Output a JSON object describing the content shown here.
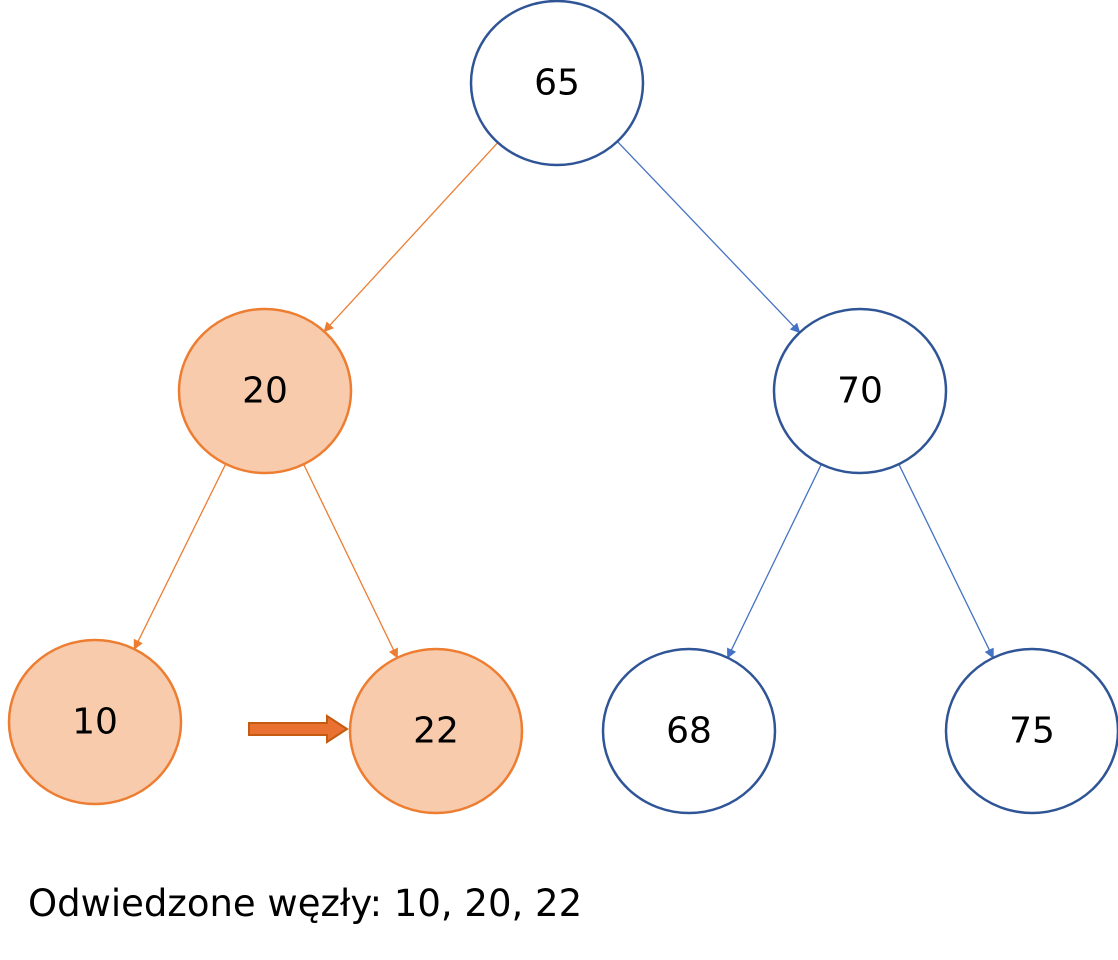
{
  "colors": {
    "visited_fill": "#f8cbad",
    "visited_stroke": "#ed7d31",
    "unvisited_fill": "#ffffff",
    "unvisited_stroke": "#2f5597",
    "visited_edge": "#ed7d31",
    "unvisited_edge": "#4472c4",
    "pointer_arrow_fill": "#e97132",
    "pointer_arrow_stroke": "#c55a11"
  },
  "tree": {
    "nodes": [
      {
        "id": "n65",
        "label": "65",
        "visited": false
      },
      {
        "id": "n20",
        "label": "20",
        "visited": true
      },
      {
        "id": "n70",
        "label": "70",
        "visited": false
      },
      {
        "id": "n10",
        "label": "10",
        "visited": true
      },
      {
        "id": "n22",
        "label": "22",
        "visited": true
      },
      {
        "id": "n68",
        "label": "68",
        "visited": false
      },
      {
        "id": "n75",
        "label": "75",
        "visited": false
      }
    ],
    "edges": [
      {
        "from": "n65",
        "to": "n20",
        "visited": true
      },
      {
        "from": "n65",
        "to": "n70",
        "visited": false
      },
      {
        "from": "n20",
        "to": "n10",
        "visited": true
      },
      {
        "from": "n20",
        "to": "n22",
        "visited": true
      },
      {
        "from": "n70",
        "to": "n68",
        "visited": false
      },
      {
        "from": "n70",
        "to": "n75",
        "visited": false
      }
    ],
    "current_pointer": {
      "from": "n10",
      "to": "n22"
    }
  },
  "caption": {
    "text": "Odwiedzone węzły: 10, 20, 22"
  }
}
